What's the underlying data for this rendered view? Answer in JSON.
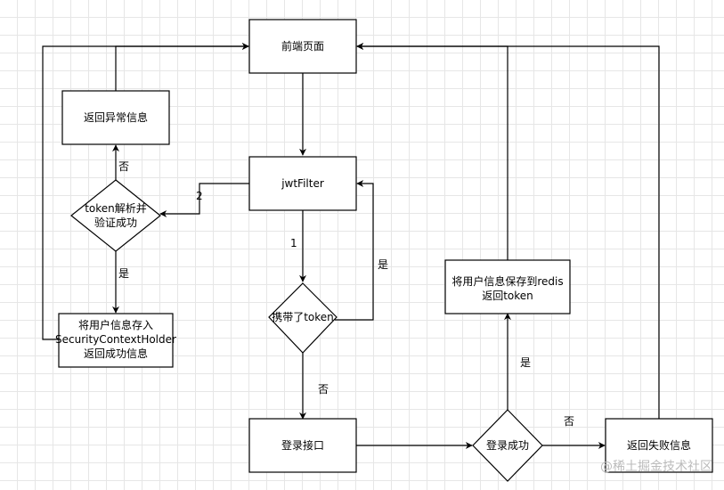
{
  "nodes": {
    "frontend": "前端页面",
    "return_error": "返回异常信息",
    "jwt_filter": "jwtFilter",
    "token_parse": [
      "token解析并",
      "验证成功"
    ],
    "has_token": "携带了token",
    "save_context": [
      "将用户信息存入",
      "SecurityContextHolder",
      "返回成功信息"
    ],
    "login_api": "登录接口",
    "login_success": "登录成功",
    "save_redis": [
      "将用户信息保存到redis",
      "返回token"
    ],
    "return_fail": "返回失败信息"
  },
  "edges": {
    "no_error": "否",
    "two": "2",
    "yes_parse": "是",
    "one": "1",
    "yes_token": "是",
    "no_token": "否",
    "yes_login": "是",
    "no_login": "否"
  },
  "watermark": "@稀土掘金技术社区"
}
